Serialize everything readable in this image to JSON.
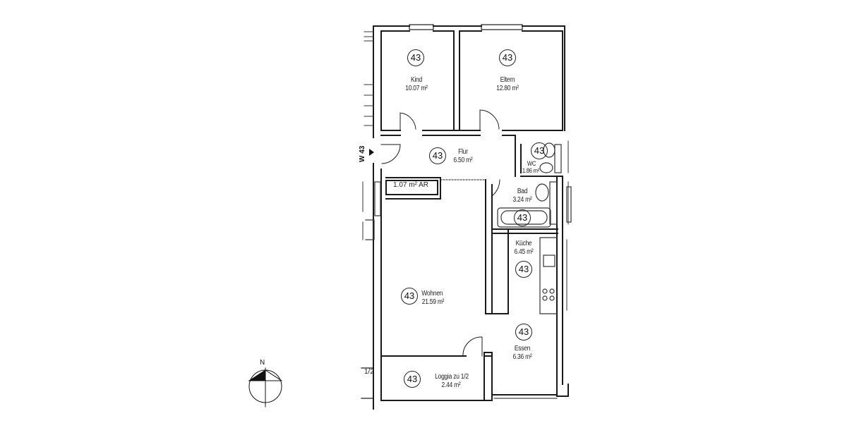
{
  "plan": {
    "unit_number": "43",
    "entrance_label": "W 43",
    "north_label": "N",
    "neighbor_loggia_label": "1/2",
    "colors": {
      "wall": "#1a1a1a",
      "background": "#ffffff",
      "fixture": "#333333"
    }
  },
  "rooms": [
    {
      "id": "kind",
      "name": "Kind",
      "area": "10.07 m²",
      "tag": "43"
    },
    {
      "id": "eltern",
      "name": "Eltern",
      "area": "12.80 m²",
      "tag": "43"
    },
    {
      "id": "flur",
      "name": "Flur",
      "area": "6.50 m²",
      "tag": "43"
    },
    {
      "id": "wc",
      "name": "WC",
      "area": "1.86 m²",
      "tag": "43"
    },
    {
      "id": "bad",
      "name": "Bad",
      "area": "3.24 m²",
      "tag": "43"
    },
    {
      "id": "kueche",
      "name": "Küche",
      "area": "6.45 m²",
      "tag": "43"
    },
    {
      "id": "wohnen",
      "name": "Wohnen",
      "area": "21.59 m²",
      "tag": "43"
    },
    {
      "id": "essen",
      "name": "Essen",
      "area": "6.36 m²",
      "tag": "43"
    },
    {
      "id": "loggia",
      "name": "Loggia zu 1/2",
      "area": "2.44 m²",
      "tag": "43"
    }
  ],
  "storage": {
    "label": "1.07 m²  AR"
  }
}
